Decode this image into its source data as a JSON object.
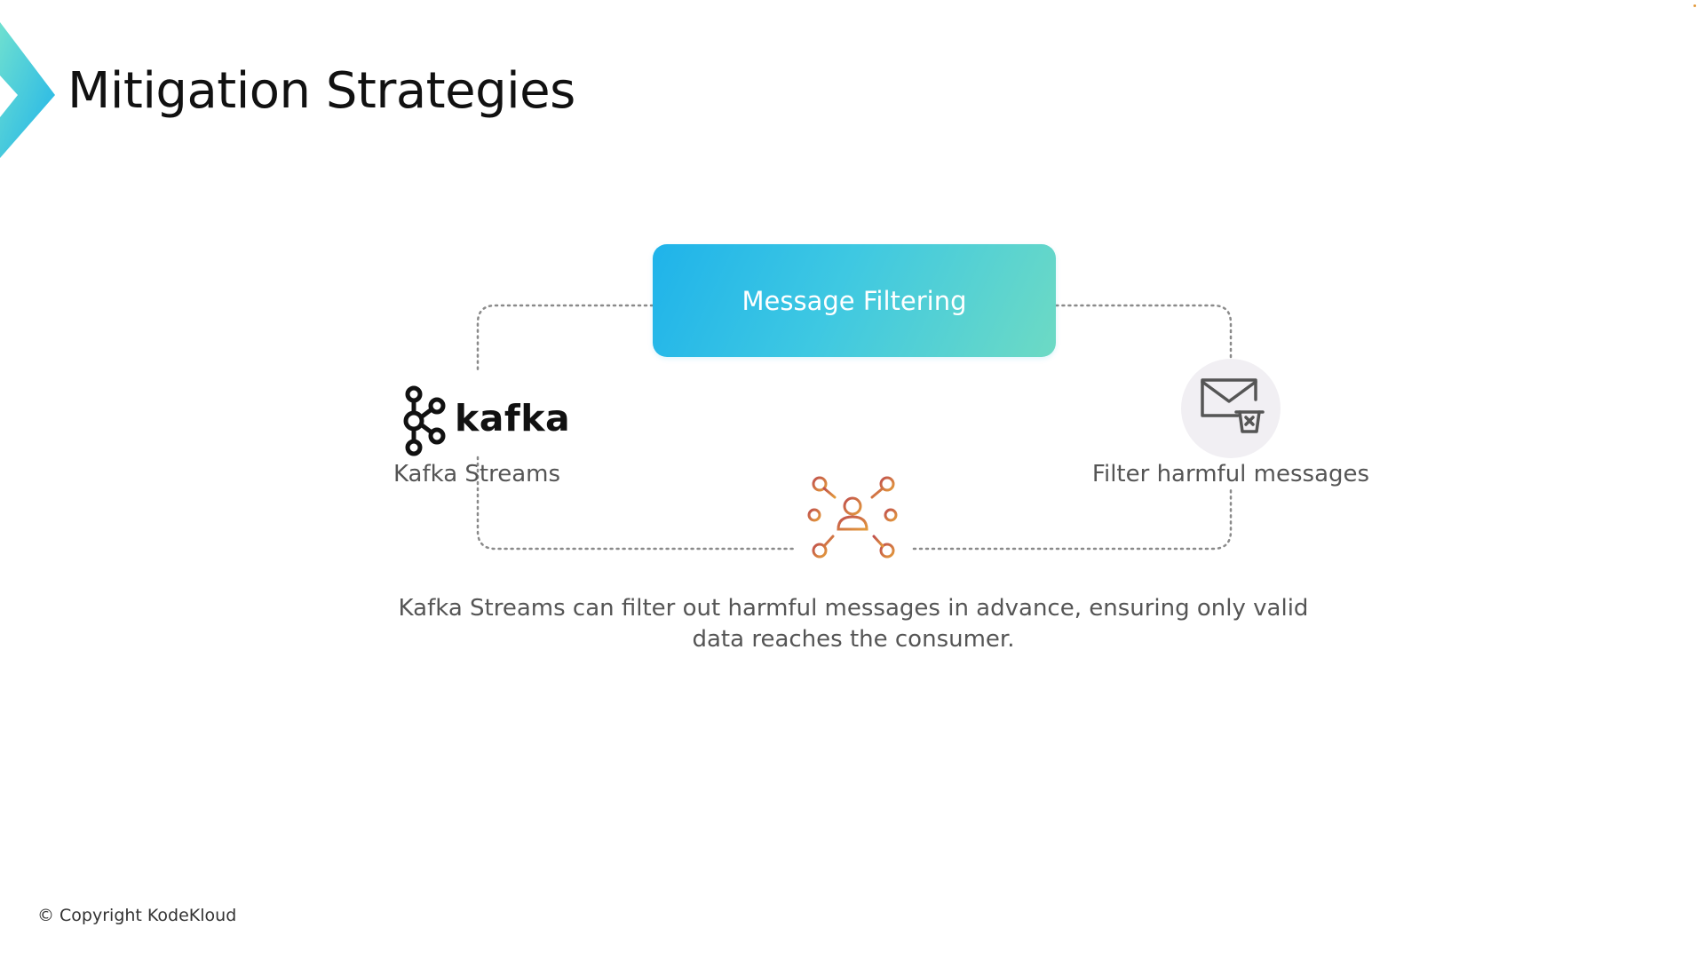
{
  "slide": {
    "title": "Mitigation Strategies",
    "copyright": "© Copyright KodeKloud"
  },
  "diagram": {
    "center_box": {
      "label": "Message Filtering",
      "gradient": [
        "#1fb3ea",
        "#6ddac4"
      ]
    },
    "left_node": {
      "logo_icon": "kafka-logo-icon",
      "logo_text": "kafka",
      "label": "Kafka Streams"
    },
    "right_node": {
      "icon": "mail-delete-icon",
      "label": "Filter harmful messages"
    },
    "bottom_node": {
      "icon": "user-network-icon"
    },
    "description": "Kafka Streams can filter out harmful messages in advance, ensuring only valid data reaches the consumer."
  },
  "colors": {
    "accent_teal": "#3ec8e2",
    "accent_blue": "#1fb3ea",
    "accent_green": "#6ddac4",
    "text_gray": "#555555",
    "icon_red": "#c0504d",
    "icon_orange": "#e39a3b"
  }
}
